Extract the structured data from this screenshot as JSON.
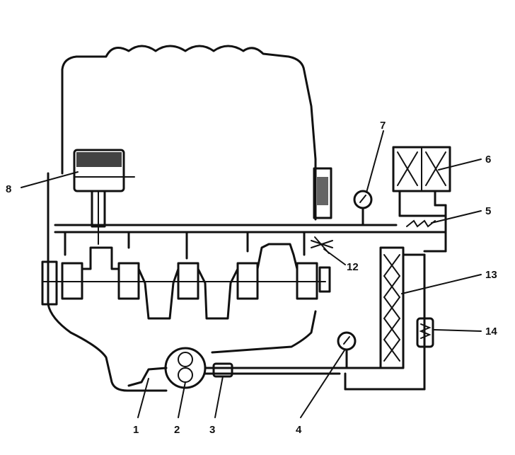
{
  "labels": {
    "l1": "1",
    "l2": "2",
    "l3": "3",
    "l4": "4",
    "l5": "5",
    "l6": "6",
    "l7": "7",
    "l8": "8",
    "l12": "12",
    "l13": "13",
    "l14": "14"
  }
}
